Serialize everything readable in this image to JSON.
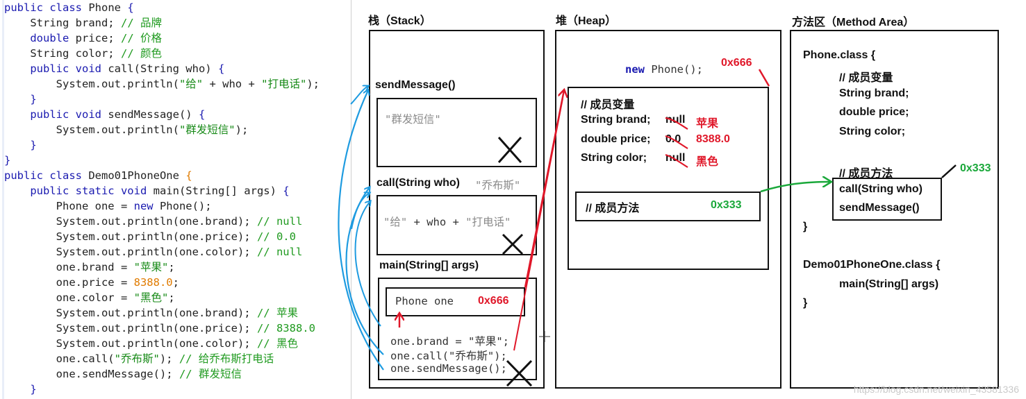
{
  "code": {
    "lines": [
      [
        [
          "kw",
          "public class "
        ],
        [
          "plain",
          "Phone "
        ],
        [
          "brace",
          "{"
        ]
      ],
      [
        [
          "plain",
          "    String brand; "
        ],
        [
          "cmt",
          "// 品牌"
        ]
      ],
      [
        [
          "kw",
          "    double "
        ],
        [
          "plain",
          "price; "
        ],
        [
          "cmt",
          "// 价格"
        ]
      ],
      [
        [
          "plain",
          "    String color; "
        ],
        [
          "cmt",
          "// 颜色"
        ]
      ],
      [
        [
          "kw",
          "    public void "
        ],
        [
          "plain",
          "call(String who) "
        ],
        [
          "brace",
          "{"
        ]
      ],
      [
        [
          "plain",
          "        System.out.println("
        ],
        [
          "str",
          "\"给\""
        ],
        [
          "plain",
          " + who + "
        ],
        [
          "str",
          "\"打电话\""
        ],
        [
          "plain",
          ");"
        ]
      ],
      [
        [
          "brace",
          "    }"
        ]
      ],
      [
        [
          "kw",
          "    public void "
        ],
        [
          "plain",
          "sendMessage() "
        ],
        [
          "brace",
          "{"
        ]
      ],
      [
        [
          "plain",
          "        System.out.println("
        ],
        [
          "str",
          "\"群发短信\""
        ],
        [
          "plain",
          ");"
        ]
      ],
      [
        [
          "brace",
          "    }"
        ]
      ],
      [
        [
          "brace",
          "}"
        ]
      ],
      [
        [
          "kw",
          "public class "
        ],
        [
          "plain",
          "Demo01PhoneOne "
        ],
        [
          "num",
          "{"
        ]
      ],
      [
        [
          "kw",
          "    public static void "
        ],
        [
          "plain",
          "main(String[] args) "
        ],
        [
          "brace",
          "{"
        ]
      ],
      [
        [
          "plain",
          "        Phone one = "
        ],
        [
          "kw",
          "new "
        ],
        [
          "plain",
          "Phone();"
        ]
      ],
      [
        [
          "plain",
          "        System.out.println(one.brand); "
        ],
        [
          "cmt",
          "// null"
        ]
      ],
      [
        [
          "plain",
          "        System.out.println(one.price); "
        ],
        [
          "cmt",
          "// 0.0"
        ]
      ],
      [
        [
          "plain",
          "        System.out.println(one.color); "
        ],
        [
          "cmt",
          "// null"
        ]
      ],
      [
        [
          "plain",
          "        one.brand = "
        ],
        [
          "str",
          "\"苹果\""
        ],
        [
          "plain",
          ";"
        ]
      ],
      [
        [
          "plain",
          "        one.price = "
        ],
        [
          "num",
          "8388.0"
        ],
        [
          "plain",
          ";"
        ]
      ],
      [
        [
          "plain",
          "        one.color = "
        ],
        [
          "str",
          "\"黑色\""
        ],
        [
          "plain",
          ";"
        ]
      ],
      [
        [
          "plain",
          "        System.out.println(one.brand); "
        ],
        [
          "cmt",
          "// 苹果"
        ]
      ],
      [
        [
          "plain",
          "        System.out.println(one.price); "
        ],
        [
          "cmt",
          "// 8388.0"
        ]
      ],
      [
        [
          "plain",
          "        System.out.println(one.color); "
        ],
        [
          "cmt",
          "// 黑色"
        ]
      ],
      [
        [
          "plain",
          "        one.call("
        ],
        [
          "str",
          "\"乔布斯\""
        ],
        [
          "plain",
          "); "
        ],
        [
          "cmt",
          "// 给乔布斯打电话"
        ]
      ],
      [
        [
          "plain",
          "        one.sendMessage(); "
        ],
        [
          "cmt",
          "// 群发短信"
        ]
      ],
      [
        [
          "brace",
          "    }"
        ]
      ]
    ]
  },
  "stack": {
    "title": "栈（Stack）",
    "send_frame_label": "sendMessage()",
    "send_frame_content": "\"群发短信\"",
    "call_frame_label": "call(String who)",
    "call_frame_arg": "\"乔布斯\"",
    "call_frame_content_1": "\"给\"",
    "call_frame_content_2": " + who + ",
    "call_frame_content_3": "\"打电话\"",
    "main_frame_label": "main(String[] args)",
    "main_var": "Phone one",
    "main_var_addr": "0x666",
    "main_line_1": "one.brand = \"苹果\";",
    "main_line_2": "one.call(\"乔布斯\");",
    "main_line_3": "one.sendMessage();",
    "cross_mark": "X"
  },
  "heap": {
    "title": "堆（Heap）",
    "new_kw": "new",
    "new_rest": " Phone();",
    "addr": "0x666",
    "fields_comment": "// 成员变量",
    "field_brand": "String brand;",
    "field_brand_old": "null",
    "field_brand_new": "苹果",
    "field_price": "double price;",
    "field_price_old": "0.0",
    "field_price_new": "8388.0",
    "field_color": "String color;",
    "field_color_old": "null",
    "field_color_new": "黑色",
    "methods_comment": "// 成员方法",
    "methods_addr": "0x333"
  },
  "method_area": {
    "title": "方法区（Method Area）",
    "phone_class": "Phone.class {",
    "vars_comment": "// 成员变量",
    "var_brand": "String brand;",
    "var_price": "double price;",
    "var_color": "String color;",
    "methods_comment": "// 成员方法",
    "method_call": "call(String who)",
    "method_send": "sendMessage()",
    "methods_addr": "0x333",
    "close_brace": "}",
    "demo_class": "Demo01PhoneOne.class {",
    "demo_main": "main(String[] args)",
    "demo_close": "}"
  },
  "colors": {
    "red": "#e0182a",
    "green": "#1aa83a",
    "blue": "#1e9be0"
  },
  "watermark": "https://blog.csdn.net/weixin_43581336"
}
